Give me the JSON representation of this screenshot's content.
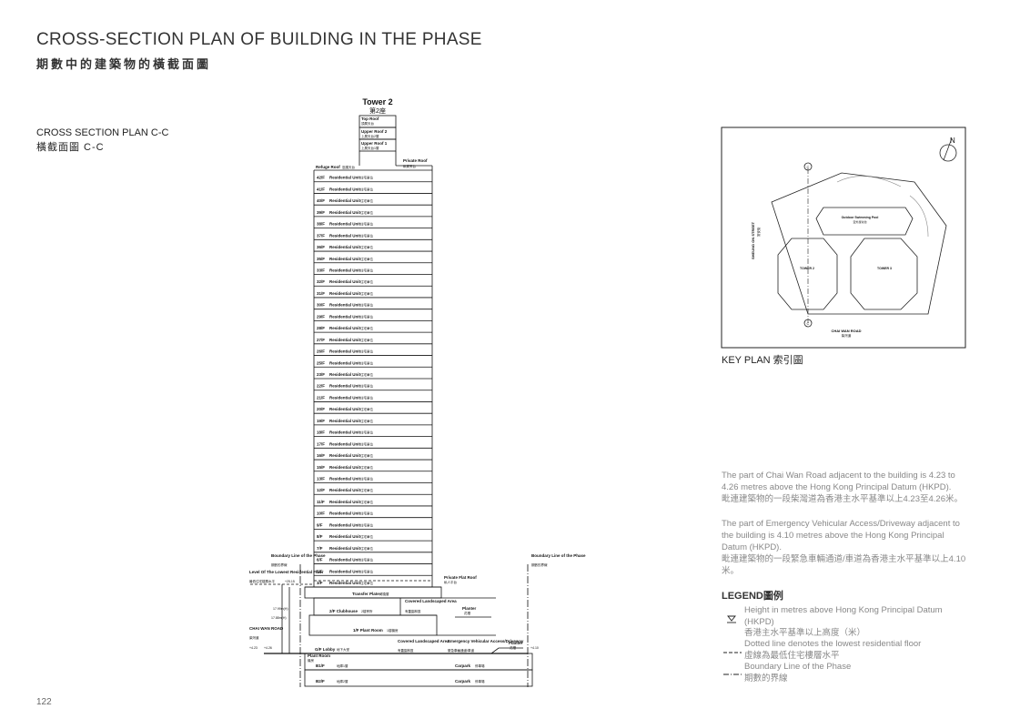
{
  "header": {
    "title_en": "CROSS-SECTION PLAN OF BUILDING IN THE PHASE",
    "title_zh": "期數中的建築物的橫截面圖"
  },
  "section": {
    "title_en": "CROSS SECTION PLAN C-C",
    "title_zh": "橫截面圖 C-C"
  },
  "tower": {
    "name_en": "Tower 2",
    "name_zh": "第2座",
    "roofs": [
      {
        "en": "Top Roof",
        "zh": "頂層天台"
      },
      {
        "en": "Upper Roof 2",
        "zh": "上層天台2層"
      },
      {
        "en": "Upper Roof 1",
        "zh": "上層天台1層"
      }
    ],
    "refuge_roof_en": "Refuge Roof",
    "refuge_roof_zh": "庇護天台",
    "private_roof_en": "Private Roof",
    "private_roof_zh": "私家天台",
    "unit_en": "Residential Unit",
    "unit_zh": "住宅單位",
    "floors": [
      "42/F",
      "41/F",
      "40/F",
      "39/F",
      "38/F",
      "37/F",
      "36/F",
      "35/F",
      "33/F",
      "32/F",
      "31/F",
      "30/F",
      "29/F",
      "28/F",
      "27/F",
      "26/F",
      "25/F",
      "23/F",
      "22/F",
      "21/F",
      "20/F",
      "19/F",
      "18/F",
      "17/F",
      "16/F",
      "15/F",
      "13/F",
      "12/F",
      "11/F",
      "10/F",
      "9/F",
      "8/F",
      "7/F",
      "6/F",
      "5/F",
      "3/F"
    ],
    "private_flat_roof_en": "Private Flat Roof",
    "private_flat_roof_zh": "私人平台",
    "transfer_plate_en": "Transfer Plate",
    "transfer_plate_zh": "轉換層",
    "clubhouse_en": "2/F Clubhouse",
    "clubhouse_zh": "2樓會所",
    "covered_landscaped_en": "Covered Landscaped Area",
    "covered_landscaped_zh": "有蓋園林區",
    "planter_en": "Planter",
    "planter_zh": "花槽",
    "plant_room_en": "1/F Plant Room",
    "plant_room_zh": "1樓機房",
    "covered_landscaped2_en": "Covered Landscaped Area",
    "covered_landscaped2_zh": "有蓋園林區",
    "eva_en": "Emergency Vehicular Access/Driveway",
    "eva_zh": "緊急車輛通道/車道",
    "planter2_en": "Planter",
    "planter2_zh": "花槽",
    "lobby_en": "G/F Lobby",
    "lobby_zh": "地下大堂",
    "plant_room_b1_en": "Plant Room",
    "plant_room_b1_zh": "機房",
    "b1_en": "B1/F",
    "b1_zh": "地庫1層",
    "carpark_en": "Carpark",
    "carpark_zh": "停車場",
    "b2_en": "B2/F",
    "b2_zh": "地庫2層",
    "carpark2_en": "Carpark",
    "carpark2_zh": "停車場",
    "boundary_en": "Boundary Line of the Phase",
    "boundary_zh": "期數的界線",
    "lowest_floor_en": "Level Of The Lowest Residential Floor",
    "lowest_floor_zh": "最低住宅樓層水平",
    "lowest_floor_level": "+25.15",
    "dim1": "17.99m(H)",
    "dim2": "17.88m(H)",
    "road_en": "CHAI WAN ROAD",
    "road_zh": "柴灣道",
    "level_road_1": "+4.23",
    "level_road_2": "+4.26",
    "level_right": "+4.10"
  },
  "keyplan": {
    "label": "KEY PLAN 索引圖",
    "north": "N",
    "street": "SHEUNG ON STREET",
    "street_zh": "常安街",
    "road": "CHAI WAN ROAD",
    "road_zh": "柴灣道",
    "pool": "Outdoor Swimming Pool",
    "pool_zh": "室外游泳池",
    "tower2": "TOWER 2",
    "tower3": "TOWER 3",
    "section_mark": "C"
  },
  "notes": [
    {
      "en": "The part of Chai Wan Road adjacent to the building is 4.23 to 4.26 metres above the Hong Kong Principal Datum (HKPD).",
      "zh": "毗連建築物的一段柴灣道為香港主水平基準以上4.23至4.26米。"
    },
    {
      "en": "The part of Emergency Vehicular Access/Driveway adjacent to the building is 4.10 metres above the Hong Kong Principal Datum (HKPD).",
      "zh": "毗連建築物的一段緊急車輛通道/車道為香港主水平基準以上4.10米。"
    }
  ],
  "legend": {
    "title": "LEGEND圖例",
    "items": [
      {
        "en": "Height in metres above Hong Kong Principal Datum (HKPD)",
        "zh": "香港主水平基準以上高度（米）"
      },
      {
        "en": "Dotted line denotes the lowest residential floor",
        "zh": "虛線為最低住宅樓層水平"
      },
      {
        "en": "Boundary Line of the Phase",
        "zh": "期數的界線"
      }
    ]
  },
  "page_number": "122"
}
